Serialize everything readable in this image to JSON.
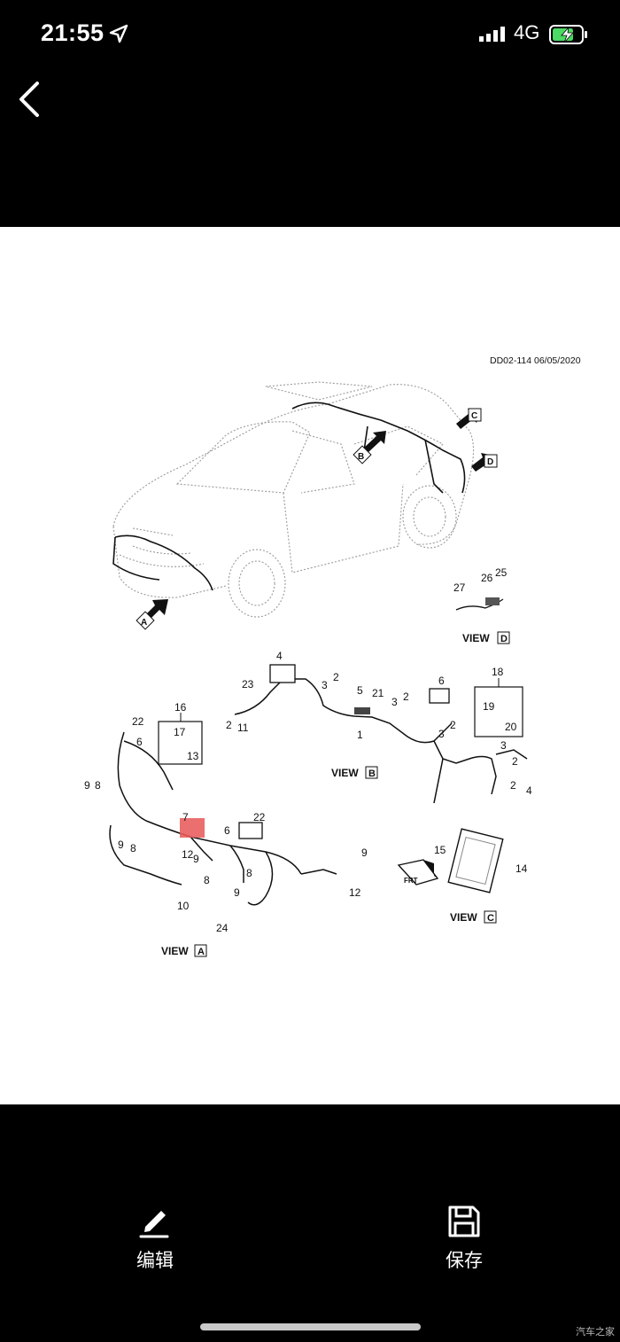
{
  "status_bar": {
    "time": "21:55",
    "network": "4G",
    "icons": [
      "location-arrow-icon",
      "signal-bars-icon",
      "battery-charging-icon"
    ],
    "battery_color": "#4cd964"
  },
  "nav": {
    "back_icon": "chevron-left-icon"
  },
  "document": {
    "code": "DD02-114 06/05/2020",
    "views": {
      "a": {
        "label": "VIEW",
        "letter": "A"
      },
      "b": {
        "label": "VIEW",
        "letter": "B"
      },
      "c": {
        "label": "VIEW",
        "letter": "C"
      },
      "d": {
        "label": "VIEW",
        "letter": "D"
      }
    },
    "highlight_color": "#e85b5b"
  },
  "actions": {
    "edit": {
      "label": "编辑",
      "icon": "pencil-icon"
    },
    "save": {
      "label": "保存",
      "icon": "floppy-disk-icon"
    }
  },
  "watermark": "汽车之家"
}
